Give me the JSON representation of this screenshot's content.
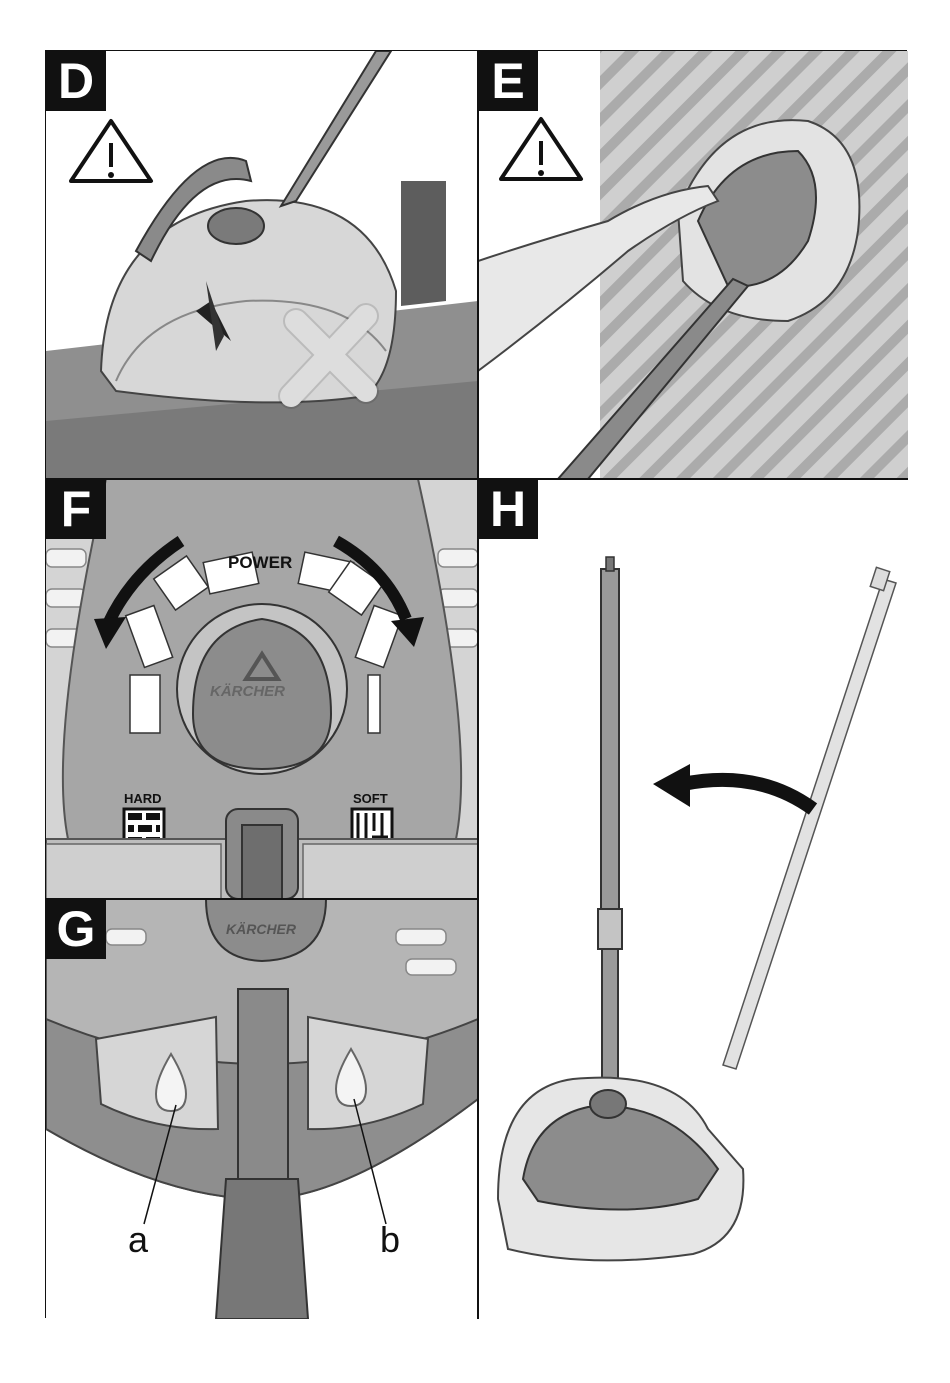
{
  "panels": {
    "d": {
      "letter": "D",
      "warning_icon": "warning-triangle-icon",
      "prohibited_icon": "cross-x-icon"
    },
    "e": {
      "letter": "E",
      "warning_icon": "warning-triangle-icon"
    },
    "f": {
      "letter": "F",
      "power_label": "POWER",
      "hard_label": "HARD",
      "soft_label": "SOFT",
      "brand": "KÄRCHER",
      "hard_icon": "brick-wall-icon",
      "soft_icon": "wood-grain-icon",
      "arrow_icon": "curved-arrow-icon"
    },
    "g": {
      "letter": "G",
      "brand": "KÄRCHER",
      "callout_a": "a",
      "callout_b": "b",
      "button_a_icon": "drop-rotate-icon",
      "button_b_icon": "drop-spray-icon"
    },
    "h": {
      "letter": "H",
      "arrow_icon": "curved-arrow-icon"
    }
  },
  "colors": {
    "frame": "#111111",
    "tone_dark": "#6e6e6e",
    "tone_mid": "#9a9a9a",
    "tone_light": "#c8c8c8"
  }
}
